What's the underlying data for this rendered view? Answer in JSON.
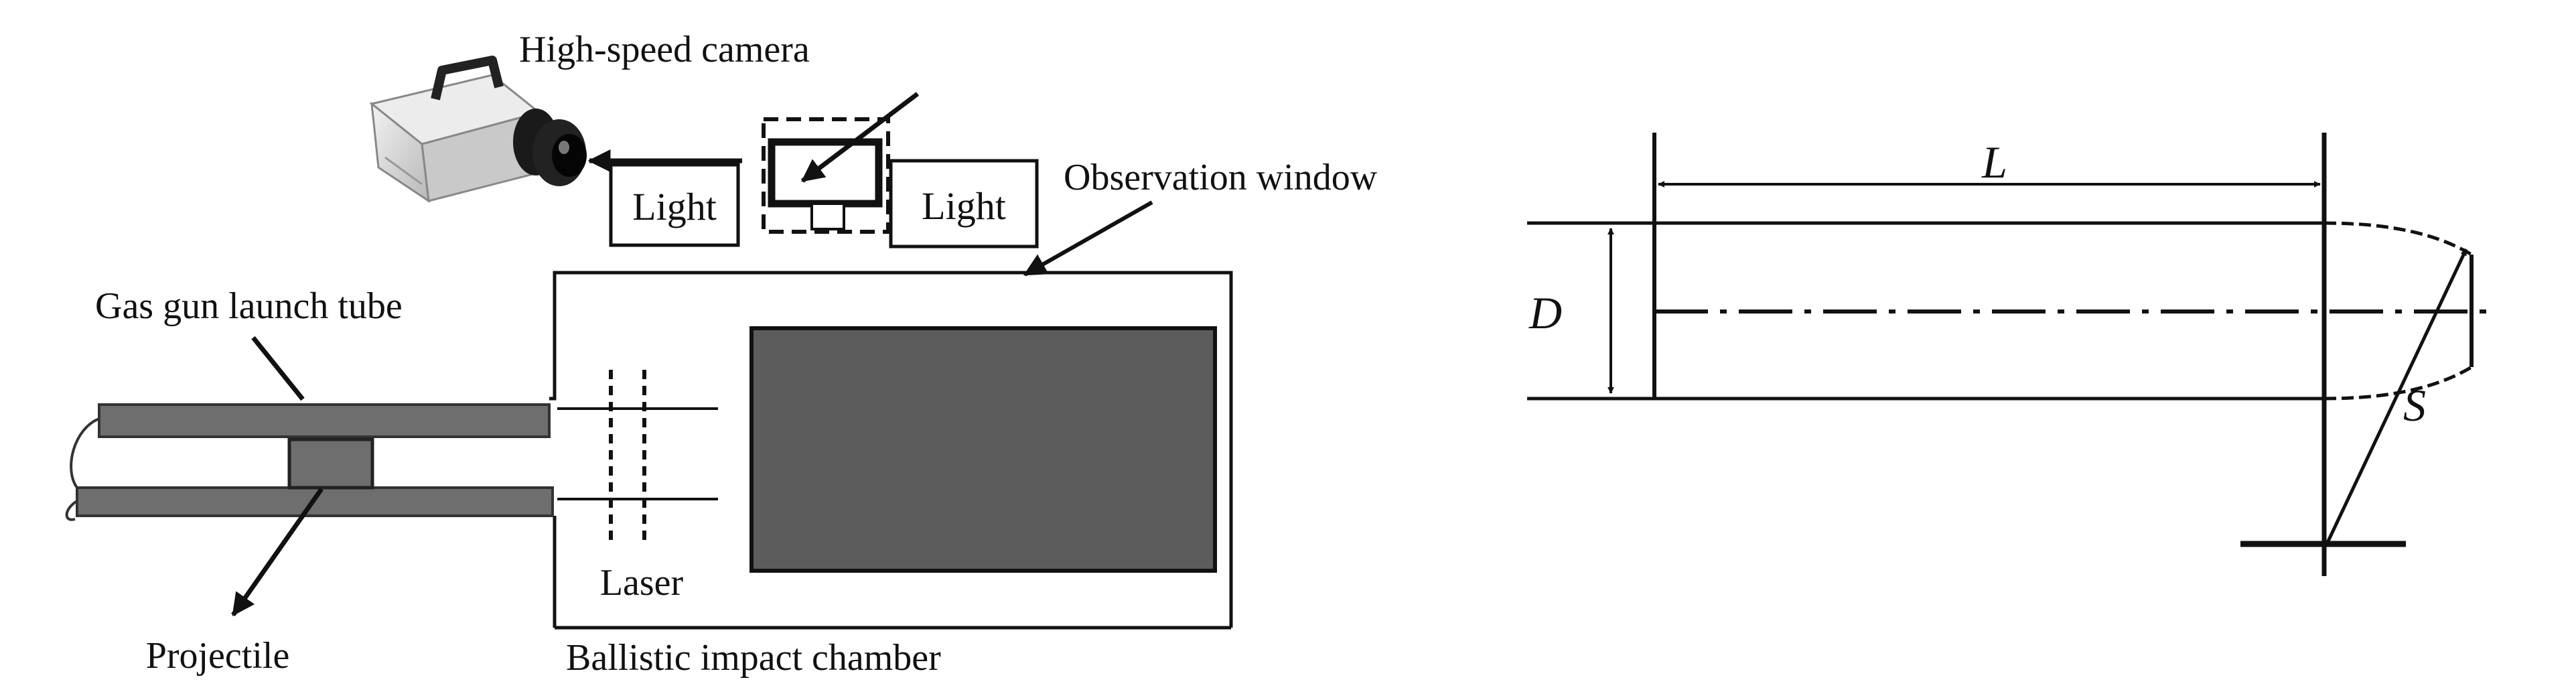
{
  "setup": {
    "camera_label": "High-speed camera",
    "light_left": "Light",
    "light_right": "Light",
    "observation_window": "Observation window",
    "launch_tube": "Gas gun launch tube",
    "laser": "Laser",
    "projectile": "Projectile",
    "chamber": "Ballistic impact chamber"
  },
  "geometry_sketch": {
    "length_symbol": "L",
    "diameter_symbol": "D",
    "ogive_symbol": "S"
  },
  "colors": {
    "ink": "#111111",
    "panel_fill": "#5c5c5c",
    "tube_fill": "#6e6e6e",
    "camera_body": "#dcdcdc"
  }
}
